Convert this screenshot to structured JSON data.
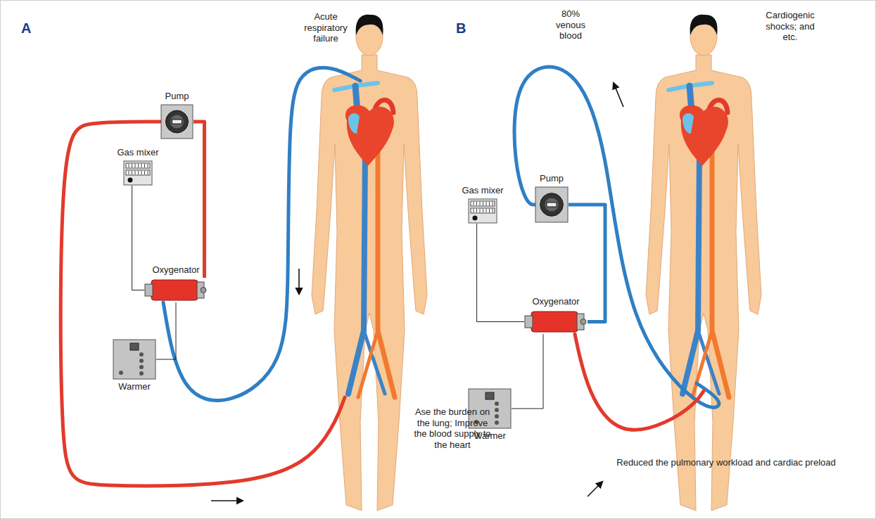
{
  "diagram": {
    "nodes": [
      {
        "text": [
          "Pump"
        ]
      },
      {
        "text": [
          "Gas mixer"
        ]
      },
      {
        "text": [
          "Oxygenator"
        ]
      },
      {
        "text": [
          "Warmer"
        ]
      },
      {
        "text": [
          "Pump"
        ]
      },
      {
        "text": [
          "Gas mixer"
        ]
      },
      {
        "text": [
          "Oxygenator"
        ]
      },
      {
        "text": [
          "Warmer"
        ]
      }
    ],
    "edges": [
      {
        "from": 2,
        "to": 0,
        "arrow": "none"
      },
      {
        "from": 1,
        "to": 2,
        "arrow": "none"
      },
      {
        "from": 3,
        "to": 2,
        "arrow": "none"
      },
      {
        "from": 4,
        "to": 6,
        "arrow": "none"
      },
      {
        "from": 5,
        "to": 6,
        "arrow": "none"
      },
      {
        "from": 7,
        "to": 6,
        "arrow": "none"
      }
    ],
    "labels": [
      "A",
      "Acute respiratory failure",
      "Ase the burden on the lung; Improve the blood supply to the heart",
      "B",
      "80% venous blood",
      "Cardiogenic shocks; and etc.",
      "Reduced the pulmonary workload and cardiac preload"
    ]
  }
}
